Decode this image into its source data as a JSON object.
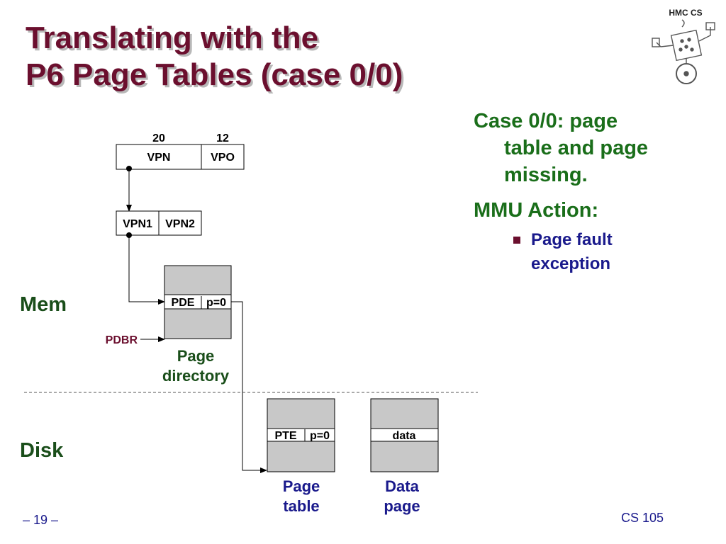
{
  "title": {
    "line1": "Translating with the",
    "line2": "P6 Page Tables (case 0/0)"
  },
  "logo": {
    "text": "HMC CS"
  },
  "address": {
    "vpn_bits": "20",
    "vpo_bits": "12",
    "vpn_label": "VPN",
    "vpo_label": "VPO"
  },
  "vpn_split": {
    "vpn1_label": "VPN1",
    "vpn2_label": "VPN2"
  },
  "page_directory": {
    "entry_label": "PDE",
    "present_label": "p=0",
    "caption_line1": "Page",
    "caption_line2": "directory"
  },
  "pdbr_label": "PDBR",
  "regions": {
    "mem": "Mem",
    "disk": "Disk"
  },
  "page_table": {
    "entry_label": "PTE",
    "present_label": "p=0",
    "caption_line1": "Page",
    "caption_line2": "table"
  },
  "data_page": {
    "entry_label": "data",
    "caption_line1": "Data",
    "caption_line2": "page"
  },
  "case": {
    "line1": "Case 0/0: page",
    "line2": "table and page",
    "line3": "missing."
  },
  "mmu": {
    "heading": "MMU Action:",
    "bullet_line1": "Page fault",
    "bullet_line2": "exception"
  },
  "footer": {
    "page": "– 19 –",
    "course": "CS 105"
  },
  "colors": {
    "title": "#6b0f2e",
    "green_text": "#1a6e1a",
    "blue_text": "#1a1a8c",
    "box_fill": "#c8c8c8"
  }
}
